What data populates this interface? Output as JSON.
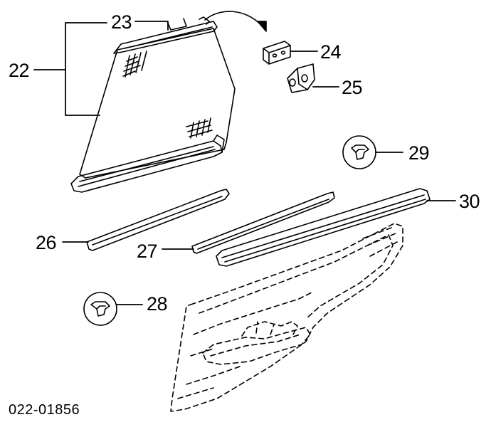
{
  "diagram": {
    "reference_code": "022-01856",
    "callouts": [
      {
        "id": "c22",
        "label": "22"
      },
      {
        "id": "c23",
        "label": "23"
      },
      {
        "id": "c24",
        "label": "24"
      },
      {
        "id": "c25",
        "label": "25"
      },
      {
        "id": "c26",
        "label": "26"
      },
      {
        "id": "c27",
        "label": "27"
      },
      {
        "id": "c28",
        "label": "28"
      },
      {
        "id": "c29",
        "label": "29"
      },
      {
        "id": "c30",
        "label": "30"
      }
    ],
    "line_color": "#000000",
    "background": "#ffffff"
  }
}
